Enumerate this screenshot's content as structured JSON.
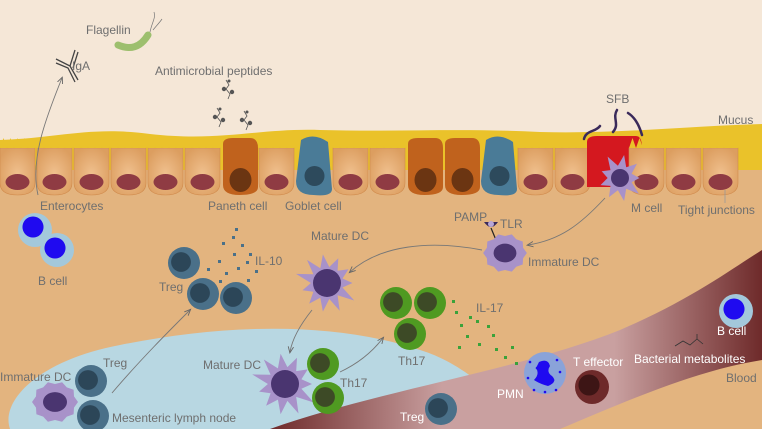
{
  "diagram": {
    "topic": "Intestinal mucosal immunity",
    "colors": {
      "lumen": "#f5e7d7",
      "mucus": "#eac22a",
      "lamina_propria": "#e3b47f",
      "enterocyte": "#e6ae74",
      "enterocyte_nucleus": "#8f3b43",
      "paneth": "#c0621d",
      "paneth_nucleus": "#6b3512",
      "goblet": "#4a7b97",
      "goblet_nucleus": "#2d4a5c",
      "m_cell": "#d4181f",
      "dc": "#a892c9",
      "dc_nucleus": "#4a3570",
      "treg": "#4a7089",
      "treg_nucleus": "#2c4658",
      "th17": "#4f9a21",
      "th17_nucleus": "#3d4a26",
      "b_cell_outer": "#a3c8db",
      "b_cell_nucleus": "#1f0af0",
      "lymph_node": "#b8d7e2",
      "blood_light": "#c9a0a0",
      "blood_dark": "#6e2a2a",
      "il10_dots": "#4a7089",
      "il17_dots": "#3aa23a",
      "sfb": "#3a2a5a",
      "t_effector": "#6e2a2a"
    },
    "labels": {
      "flagellin": "Flagellin",
      "iga": "IgA",
      "antimicrobial_peptides": "Antimicrobial peptides",
      "sfb": "SFB",
      "mucus": "Mucus",
      "enterocytes": "Enterocytes",
      "paneth_cell": "Paneth cell",
      "goblet_cell": "Goblet cell",
      "m_cell": "M cell",
      "tight_junctions": "Tight junctions",
      "b_cell_lp": "B cell",
      "pamp": "PAMP",
      "tlr": "TLR",
      "immature_dc_lp": "Immature DC",
      "mature_dc_lp": "Mature DC",
      "treg_lp": "Treg",
      "il10": "IL-10",
      "il17": "IL-17",
      "th17_lp": "Th17",
      "immature_dc_ln": "Immature DC",
      "treg_ln": "Treg",
      "mesenteric_lymph_node": "Mesenteric lymph node",
      "mature_dc_ln": "Mature DC",
      "th17_ln": "Th17",
      "treg_blood": "Treg",
      "pmn": "PMN",
      "t_effector": "T effector",
      "bacterial_metabolites": "Bacterial metabolites",
      "b_cell_blood": "B cell",
      "blood": "Blood"
    },
    "epithelium_sequence": [
      "enterocyte",
      "enterocyte",
      "enterocyte",
      "enterocyte",
      "enterocyte",
      "enterocyte",
      "paneth",
      "enterocyte",
      "goblet",
      "enterocyte",
      "enterocyte",
      "paneth",
      "paneth",
      "goblet",
      "enterocyte",
      "enterocyte",
      "m_cell",
      "enterocyte",
      "enterocyte",
      "enterocyte"
    ]
  }
}
